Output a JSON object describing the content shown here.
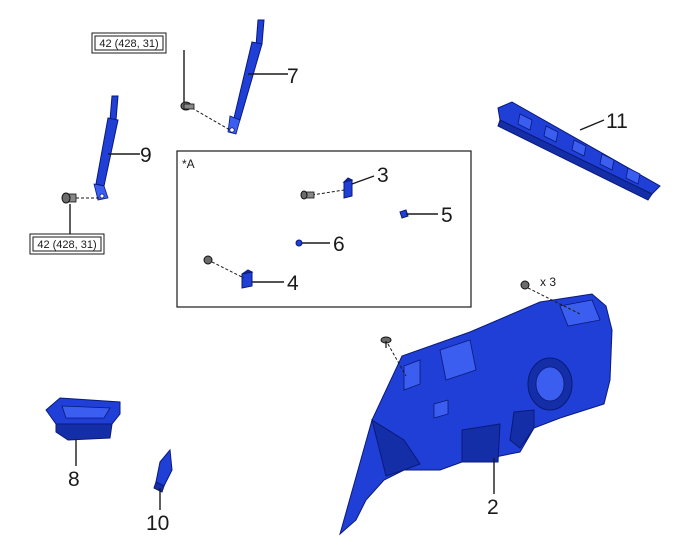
{
  "torque_labels": {
    "upper": "42 (428, 31)",
    "lower": "42 (428, 31)"
  },
  "inset": {
    "label": "*A"
  },
  "quantity_note": "x 3",
  "callouts": {
    "c2": "2",
    "c3": "3",
    "c4": "4",
    "c5": "5",
    "c6": "6",
    "c7": "7",
    "c8": "8",
    "c9": "9",
    "c10": "10",
    "c11": "11"
  },
  "colors": {
    "part_fill": "#1f3fd6",
    "part_outline": "#0a1a7a"
  }
}
